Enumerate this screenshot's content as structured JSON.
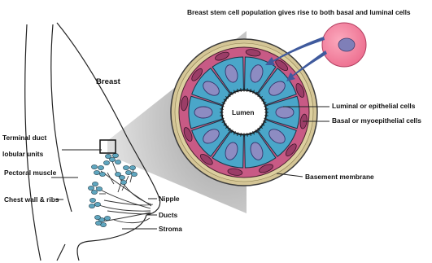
{
  "labels": {
    "header": "Breast stem cell population gives rise to both basal and luminal cells",
    "breast": "Breast",
    "lumen": "Lumen",
    "luminal": "Luminal or epithelial cells",
    "basal": "Basal or myoepithelial cells",
    "basement": "Basement membrane",
    "terminal_duct_1": "Terminal duct",
    "terminal_duct_2": "lobular units",
    "pectoral": "Pectoral muscle",
    "chest_wall": "Chest wall & ribs",
    "nipple": "Nipple",
    "ducts": "Ducts",
    "stroma": "Stroma"
  },
  "colors": {
    "luminal_cell": "#4aa6c9",
    "nucleus": "#8d8cc2",
    "basal_layer": "#c85a85",
    "outer_ring": "#d4c596",
    "stem_cell": "#f27896",
    "lobule": "#5fa6bf",
    "zoom_wedge": "#bdbdbd"
  },
  "icons": {
    "stem_cell": "stem-cell-icon",
    "arrows": "stem-cell-arrow-icon"
  }
}
